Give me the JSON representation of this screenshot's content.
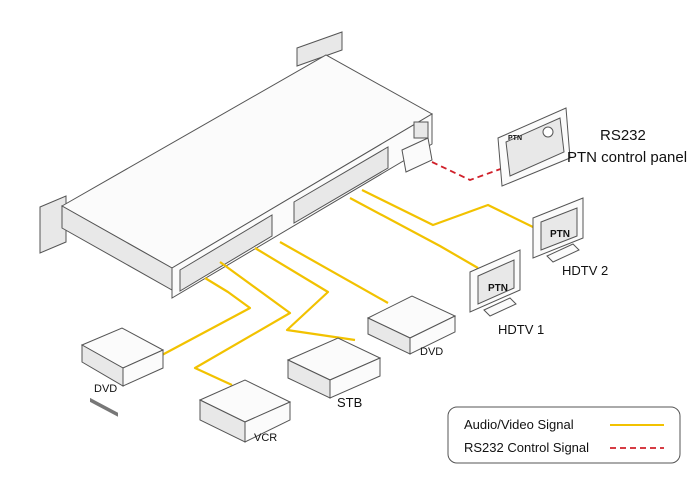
{
  "colors": {
    "av_signal": "#F2C200",
    "rs232_signal": "#D0202A",
    "outline": "#555555"
  },
  "labels": {
    "dvd_left": "DVD",
    "vcr": "VCR",
    "stb": "STB",
    "dvd_right": "DVD",
    "hdtv1": "HDTV 1",
    "hdtv2": "HDTV 2",
    "rs232_line1": "RS232",
    "rs232_line2": "PTN control panel",
    "screen_brand": "PTN",
    "panel_brand": "PTN"
  },
  "legend": {
    "av": "Audio/Video Signal",
    "rs232": "RS232 Control Signal"
  }
}
